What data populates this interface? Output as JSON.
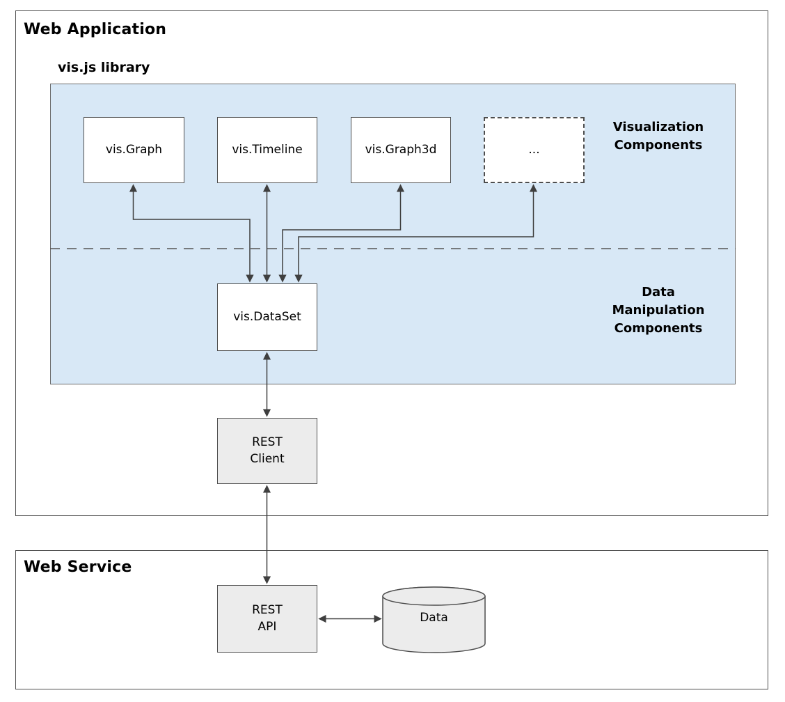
{
  "containers": {
    "web_application": "Web Application",
    "web_service": "Web Service",
    "library": "vis.js library"
  },
  "section_labels": {
    "visualization": "Visualization\nComponents",
    "data_manipulation": "Data\nManipulation\nComponents"
  },
  "nodes": {
    "vis_graph": "vis.Graph",
    "vis_timeline": "vis.Timeline",
    "vis_graph3d": "vis.Graph3d",
    "ellipsis": "...",
    "vis_dataset": "vis.DataSet",
    "rest_client": "REST\nClient",
    "rest_api": "REST\nAPI",
    "data_store": "Data"
  },
  "colors": {
    "library_fill": "#d8e8f6",
    "node_white": "#ffffff",
    "node_gray": "#ececec",
    "line": "#3f3f3f",
    "border": "#4d4d4d"
  }
}
